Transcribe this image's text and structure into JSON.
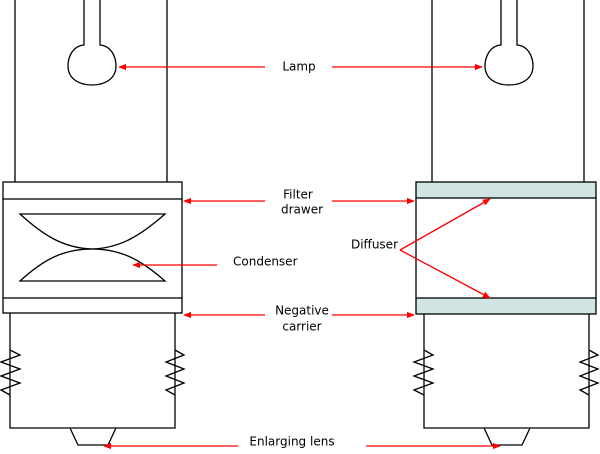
{
  "labels": {
    "lamp": "Lamp",
    "filter_line1": "Filter",
    "filter_line2": "drawer",
    "condenser": "Condenser",
    "diffuser": "Diffuser",
    "negative_line1": "Negative",
    "negative_line2": "carrier",
    "lens": "Enlarging lens"
  },
  "colors": {
    "outline": "#000000",
    "arrow": "#ff0000",
    "diffuser_fill": "#d2e3e3"
  }
}
